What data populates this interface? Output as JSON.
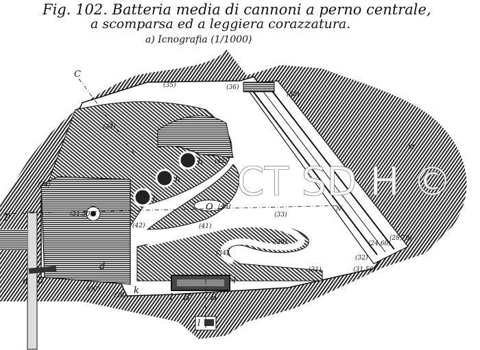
{
  "figure": {
    "title_line1": "Fig. 102. Batteria media di cannoni a perno centrale,",
    "title_line2": "a scomparsa ed a leggiera corazzatura.",
    "subtitle": "a) Icnografia (1/1000)"
  },
  "labels": {
    "C": "C",
    "P": "P",
    "N": "N",
    "M": "M",
    "h1": "h",
    "h2": "h",
    "h3": "h",
    "O": "O",
    "a": "a",
    "b": "b",
    "d": "d",
    "k": "k",
    "i": "i",
    "l1": "l",
    "l2": "l",
    "B1": "B'",
    "B2": "B",
    "e35": "(35)",
    "e36a": "(36)",
    "e32a": "(32)",
    "e34a": "(34)",
    "e34b": "(34)",
    "e42a": "(42)",
    "e42b": "(42)",
    "e45": "(45)",
    "e41": "(41)",
    "e33": "(33)",
    "e36b": "(36)",
    "e34c": "(34)",
    "e31": "(31)",
    "e32b": "(32)",
    "e3150a": "(31,50)",
    "e3150b": "(31,50)",
    "e2460": "(24,60)",
    "e2870": "(28,70)",
    "e30a": "(30)",
    "e30b": "(30)"
  },
  "watermark": "CT SD H ©"
}
